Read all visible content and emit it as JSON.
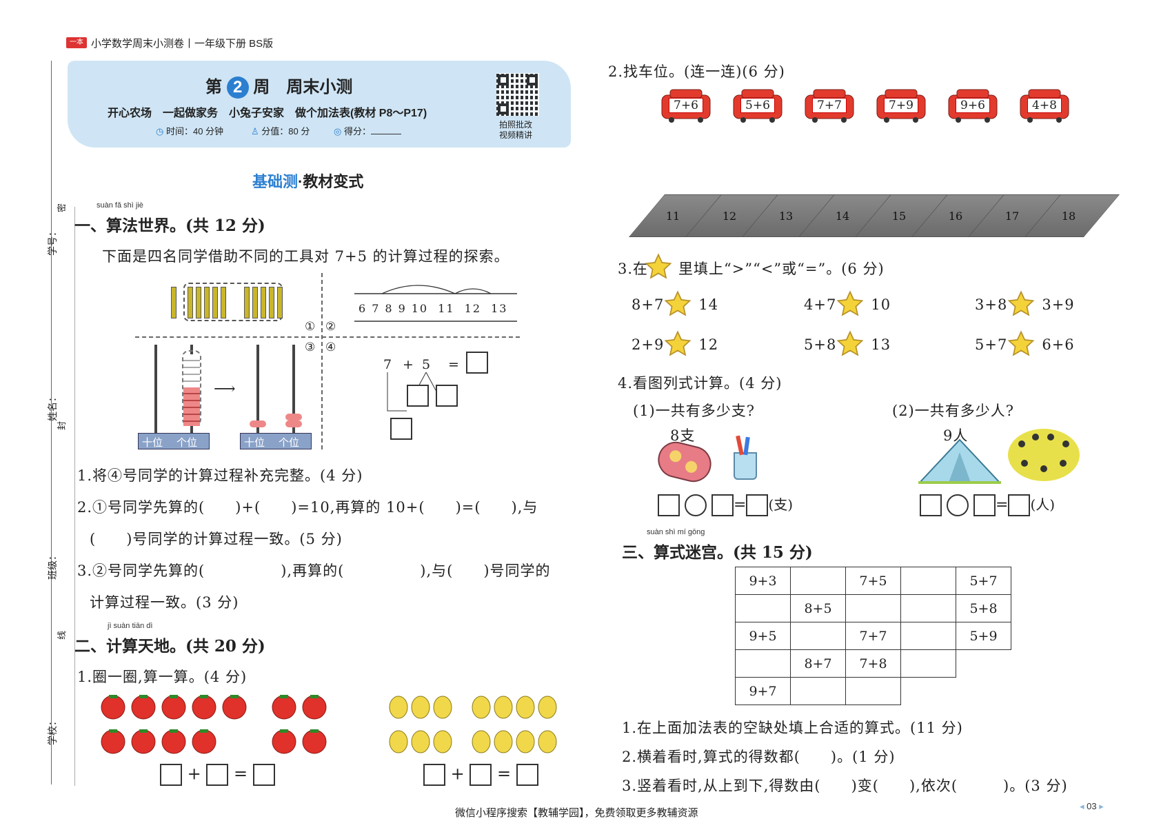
{
  "header": {
    "logo_text": "一本",
    "book_title": "小学数学周末小测卷丨一年级下册 BS版"
  },
  "banner": {
    "title_prefix": "第",
    "week_num": "2",
    "title_suffix": "周　周末小测",
    "topics": "开心农场　一起做家务　小兔子安家　做个加法表(教材 P8～P17)",
    "time": "时间：40 分钟",
    "score": "分值：80 分",
    "got": "得分：",
    "qr_caption1": "拍照批改",
    "qr_caption2": "视频精讲"
  },
  "section_heading": {
    "blue": "基础测",
    "dot": "·",
    "black": "教材变式"
  },
  "margin_labels": {
    "xuehao": "学号：",
    "xingming": "姓名：",
    "banji": "班级：",
    "xuexiao": "学校：",
    "mi": "密",
    "feng": "封",
    "xian": "线"
  },
  "s1": {
    "pinyin": "suàn fǎ shì jiè",
    "title": "一、算法世界。(共 12 分)",
    "intro": "下面是四名同学借助不同的工具对 7+5 的计算过程的探索。",
    "numline": [
      "6",
      "7",
      "8",
      "9",
      "10",
      "11",
      "12",
      "13"
    ],
    "q1": "②",
    "q2": "①",
    "q3": "③",
    "q4": "④",
    "abacus_labels": [
      "十位",
      "个位",
      "十位",
      "个位"
    ],
    "eq": {
      "a": "7",
      "op": "+",
      "b": "5",
      "eq": "="
    },
    "item1": "1.将④号同学的计算过程补充完整。(4 分)",
    "item2a": "2.①号同学先算的(　　)+(　　)=10,再算的 10+(　　)=(　　),与",
    "item2b": "(　　)号同学的计算过程一致。(5 分)",
    "item3a": "3.②号同学先算的(　　　　　),再算的(　　　　　),与(　　)号同学的",
    "item3b": "计算过程一致。(3 分)"
  },
  "s2": {
    "pinyin": "jì suàn tiān dì",
    "title": "二、计算天地。(共 20 分)",
    "item1": "1.圈一圈,算一算。(4 分)",
    "plus": "+",
    "eq": "=",
    "item2": "2.找车位。(连一连)(6 分)",
    "cars": [
      "7+6",
      "5+6",
      "7+7",
      "7+9",
      "9+6",
      "4+8"
    ],
    "spots": [
      "11",
      "12",
      "13",
      "14",
      "15",
      "16",
      "17",
      "18"
    ],
    "item3": "3.在　　里填上“>”“<”或“=”。(6 分)",
    "compare": [
      [
        "8+7",
        "14"
      ],
      [
        "4+7",
        "10"
      ],
      [
        "3+8",
        "3+9"
      ],
      [
        "2+9",
        "12"
      ],
      [
        "5+8",
        "13"
      ],
      [
        "5+7",
        "6+6"
      ]
    ],
    "item4": "4.看图列式计算。(4 分)",
    "sub1": "(1)一共有多少支?",
    "sub2": "(2)一共有多少人?",
    "lbl1": "8支",
    "lbl2": "9人",
    "unit1": "(支)",
    "unit2": "(人)"
  },
  "s3": {
    "pinyin": "suàn shì mí gōng",
    "title": "三、算式迷宫。(共 15 分)",
    "table": [
      [
        "9+3",
        "",
        "7+5",
        "",
        "5+7"
      ],
      [
        "",
        "8+5",
        "",
        "",
        "5+8"
      ],
      [
        "9+5",
        "",
        "7+7",
        "",
        "5+9"
      ],
      [
        "",
        "8+7",
        "7+8",
        "",
        null
      ],
      [
        "9+7",
        "",
        "",
        null,
        null
      ]
    ],
    "item1": "1.在上面加法表的空缺处填上合适的算式。(11 分)",
    "item2": "2.横着看时,算式的得数都(　　)。(1 分)",
    "item3": "3.竖着看时,从上到下,得数由(　　)变(　　),依次(　　　)。(3 分)"
  },
  "footer": {
    "ad": "微信小程序搜索【教辅学园】，免费领取更多教辅资源",
    "page": "03"
  }
}
